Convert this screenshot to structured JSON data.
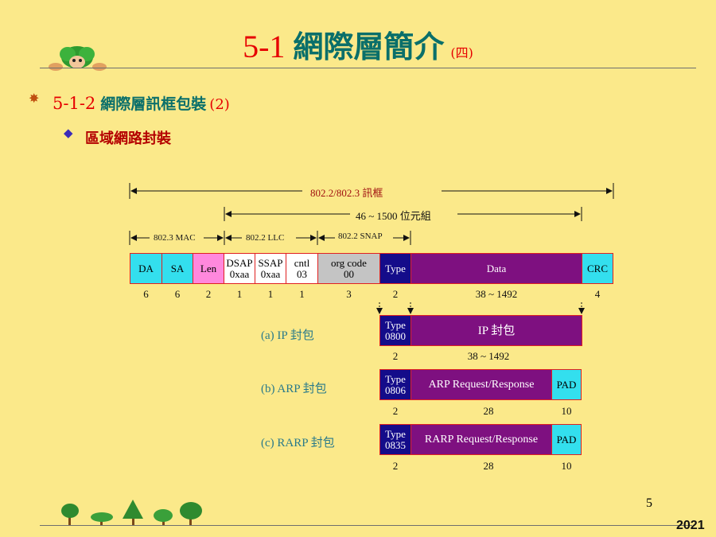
{
  "title": {
    "number": "5-1",
    "text": "網際層簡介",
    "sub": "(四)"
  },
  "level1": {
    "number": "5-1-2",
    "text": "網際層訊框包裝",
    "paren": "(2)"
  },
  "level2": {
    "text": "區域網路封裝"
  },
  "diagram": {
    "frame_label": "802.2/802.3 訊框",
    "payload_label": "46 ~ 1500 位元組",
    "seg_mac": "802.3 MAC",
    "seg_llc": "802.2 LLC",
    "seg_snap": "802.2 SNAP",
    "fields": {
      "da": "DA",
      "sa": "SA",
      "len": "Len",
      "dsap1": "DSAP",
      "dsap2": "0xaa",
      "ssap1": "SSAP",
      "ssap2": "0xaa",
      "cntl1": "cntl",
      "cntl2": "03",
      "org1": "org code",
      "org2": "00",
      "type": "Type",
      "data": "Data",
      "crc": "CRC"
    },
    "sizes": {
      "da": "6",
      "sa": "6",
      "len": "2",
      "dsap": "1",
      "ssap": "1",
      "cntl": "1",
      "org": "3",
      "type": "2",
      "data": "38 ~ 1492",
      "crc": "4"
    },
    "ip": {
      "label": "(a) IP 封包",
      "type1": "Type",
      "type2": "0800",
      "body": "IP 封包",
      "size_type": "2",
      "size_body": "38 ~ 1492"
    },
    "arp": {
      "label": "(b) ARP 封包",
      "type1": "Type",
      "type2": "0806",
      "body": "ARP Request/Response",
      "pad": "PAD",
      "size_type": "2",
      "size_body": "28",
      "size_pad": "10"
    },
    "rarp": {
      "label": "(c) RARP 封包",
      "type1": "Type",
      "type2": "0835",
      "body": "RARP Request/Response",
      "pad": "PAD",
      "size_type": "2",
      "size_body": "28",
      "size_pad": "10"
    }
  },
  "page_number": "5",
  "year": "2021",
  "colors": {
    "background": "#fbe98a",
    "cyan": "#33dfee",
    "pink": "#ff88dd",
    "gray": "#c4c4c4",
    "navy": "#140c8a",
    "purple": "#7e1080"
  }
}
